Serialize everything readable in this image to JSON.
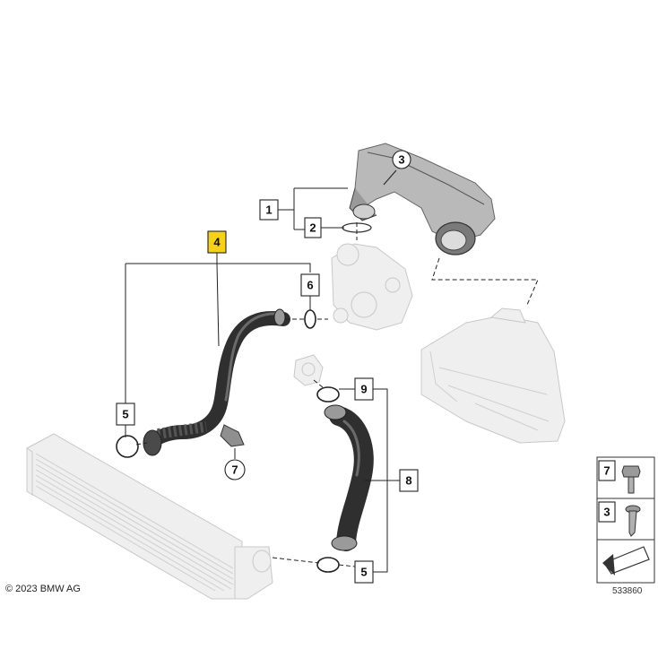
{
  "copyright": "© 2023 BMW AG",
  "diagram_number": "533860",
  "callouts": [
    {
      "id": "c3-top",
      "label": "3",
      "shape": "circle"
    },
    {
      "id": "c1",
      "label": "1",
      "shape": "square"
    },
    {
      "id": "c2",
      "label": "2",
      "shape": "square"
    },
    {
      "id": "c4",
      "label": "4",
      "shape": "square",
      "highlight": true
    },
    {
      "id": "c6",
      "label": "6",
      "shape": "square"
    },
    {
      "id": "c9",
      "label": "9",
      "shape": "square"
    },
    {
      "id": "c5-left",
      "label": "5",
      "shape": "square"
    },
    {
      "id": "c8",
      "label": "8",
      "shape": "square"
    },
    {
      "id": "c7-mid",
      "label": "7",
      "shape": "circle"
    },
    {
      "id": "c5-bottom",
      "label": "5",
      "shape": "square"
    }
  ],
  "legend": [
    {
      "label": "7",
      "icon": "bolt-icon"
    },
    {
      "label": "3",
      "icon": "screw-icon"
    }
  ],
  "colors": {
    "highlight": "#f5d11a"
  }
}
